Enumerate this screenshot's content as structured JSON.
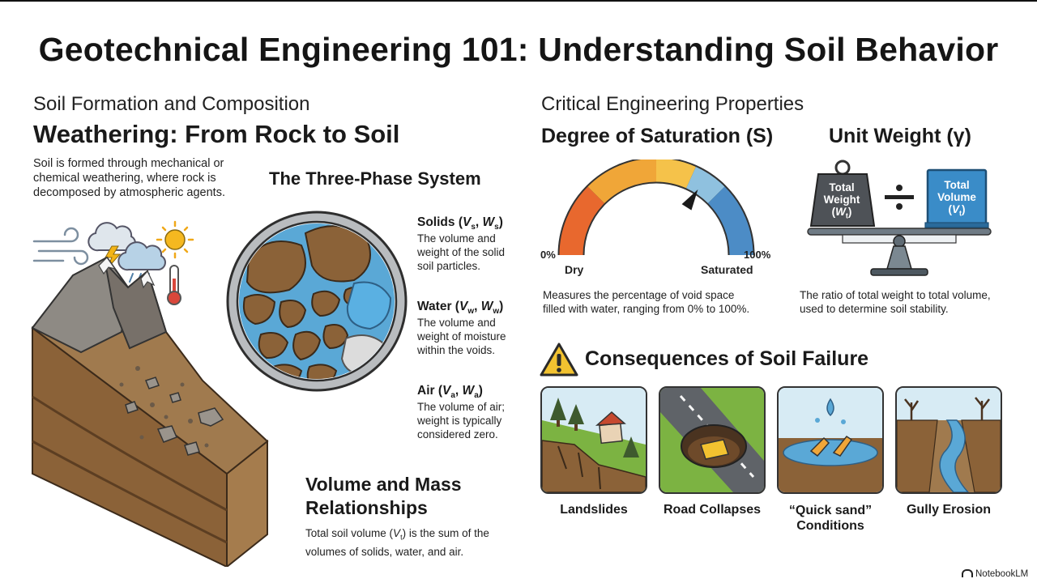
{
  "title": "Geotechnical Engineering 101: Understanding Soil Behavior",
  "left": {
    "section_title": "Soil Formation and Composition",
    "heading": "Weathering: From Rock to Soil",
    "description": [
      "Soil is formed through mechanical or",
      "chemical weathering, where rock is",
      "decomposed by atmospheric agents."
    ],
    "three_phase": {
      "heading": "The Three-Phase System",
      "solids": {
        "label": "Solids",
        "var1": "V",
        "sub1": "s",
        "var2": "W",
        "sub2": "s",
        "desc": [
          "The volume and",
          "weight of the solid",
          "soil particles."
        ]
      },
      "water": {
        "label": "Water",
        "var1": "V",
        "sub1": "w",
        "var2": "W",
        "sub2": "w",
        "desc": [
          "The volume and",
          "weight of moisture",
          "within the voids."
        ]
      },
      "air": {
        "label": "Air",
        "var1": "V",
        "sub1": "a",
        "var2": "W",
        "sub2": "a",
        "desc": [
          "The volume of air;",
          "weight is typically",
          "considered zero."
        ]
      }
    },
    "volume_mass": {
      "heading": [
        "Volume and Mass",
        "Relationships"
      ],
      "desc_before": "Total soil volume (",
      "var": "V",
      "sub": "t",
      "desc_after": ") is the sum of the",
      "desc2": "volumes of solids, water, and air."
    }
  },
  "right": {
    "section_title": "Critical Engineering Properties",
    "saturation": {
      "heading": "Degree of Saturation (S)",
      "min_label": "0%",
      "max_label": "100%",
      "dry_label": "Dry",
      "saturated_label": "Saturated",
      "needle_percent": 68,
      "desc": [
        "Measures the percentage of void space",
        "filled with water, ranging from 0% to 100%."
      ]
    },
    "unit_weight": {
      "heading": "Unit Weight (γ)",
      "weight_lines": [
        "Total",
        "Weight"
      ],
      "weight_var": "W",
      "weight_sub": "t",
      "volume_lines": [
        "Total",
        "Volume"
      ],
      "volume_var": "V",
      "volume_sub": "t",
      "operator": "÷",
      "desc": [
        "The ratio of total weight to total volume,",
        "used to determine soil stability."
      ]
    },
    "consequences": {
      "heading": "Consequences of Soil Failure",
      "items": [
        {
          "label": [
            "Landslides"
          ]
        },
        {
          "label": [
            "Road Collapses"
          ]
        },
        {
          "label": [
            "“Quick sand”",
            "Conditions"
          ]
        },
        {
          "label": [
            "Gully Erosion"
          ]
        }
      ]
    }
  },
  "branding": "NotebookLM",
  "colors": {
    "soil": "#8b6238",
    "soil_dark": "#6e4a2a",
    "water": "#5aa8d6",
    "gauge_orange": "#e8682e",
    "gauge_yellow": "#f5c24a",
    "gauge_blue": "#4c8cc6",
    "warning": "#f2c230"
  }
}
